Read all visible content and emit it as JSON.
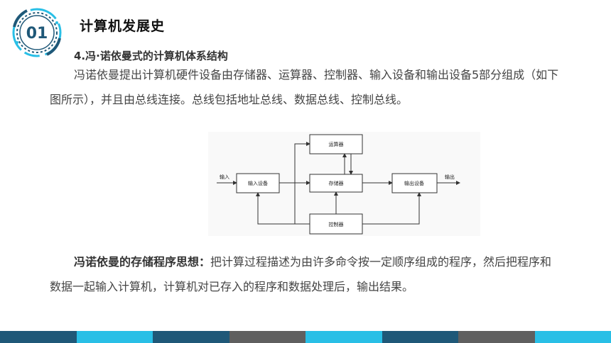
{
  "header": {
    "badge_number": "01",
    "title": "计算机发展史"
  },
  "section": {
    "heading": "4.冯·诺依曼式的计算机体系结构",
    "paragraph1": "冯诺依曼提出计算机硬件设备由存储器、运算器、控制器、输入设备和输出设备5部分组成（如下图所示），并且由总线连接。总线包括地址总线、数据总线、控制总线。",
    "paragraph2_bold": "冯诺依曼的存储程序思想：",
    "paragraph2_text": "把计算过程描述为由许多命令按一定顺序组成的程序，然后把程序和数据一起输入计算机，计算机对已存入的程序和数据处理后，输出结果。"
  },
  "diagram": {
    "input_label": "输入",
    "output_label": "输出",
    "input_device": "输入设备",
    "alu": "运算器",
    "memory": "存储器",
    "output_device": "输出设备",
    "controller": "控制器"
  },
  "footer": {
    "colors": [
      "#1f5878",
      "#29bfe6",
      "#1f5878",
      "#5f5f5f",
      "#29bfe6",
      "#1f5878",
      "#5f5f5f",
      "#29bfe6"
    ]
  }
}
